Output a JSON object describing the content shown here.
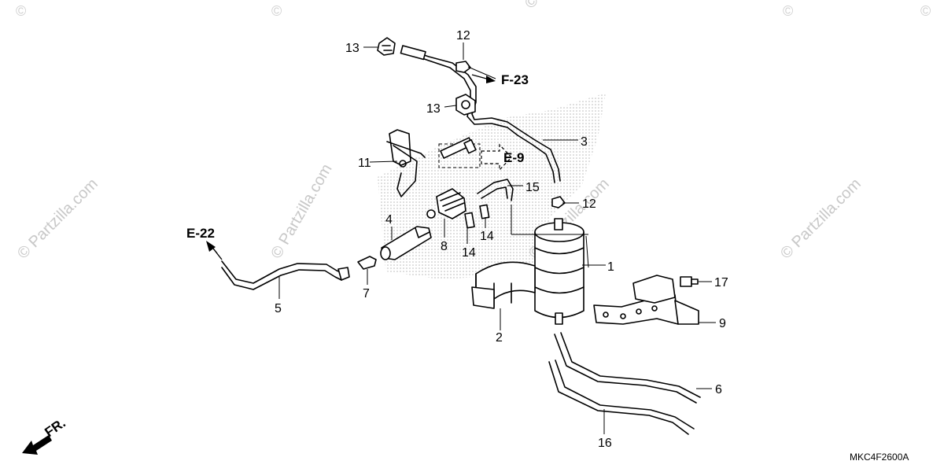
{
  "watermarks": {
    "center": "© Partzilla.com",
    "left": "© Partzilla.com",
    "right1": "© Partzilla.com",
    "right2": "© Partzilla.com",
    "right3": "© Partzilla.com",
    "top1": "©",
    "top2": "©",
    "top3": "©",
    "top4": "©"
  },
  "references": {
    "f23": "F-23",
    "e9": "E-9",
    "e22": "E-22",
    "fr": "FR."
  },
  "callouts": {
    "c1": "1",
    "c2": "2",
    "c3": "3",
    "c4": "4",
    "c5": "5",
    "c6": "6",
    "c7": "7",
    "c8": "8",
    "c9": "9",
    "c11": "11",
    "c12a": "12",
    "c12b": "12",
    "c13a": "13",
    "c13b": "13",
    "c14a": "14",
    "c14b": "14",
    "c15": "15",
    "c16": "16",
    "c17": "17"
  },
  "diagram_code": "MKC4F2600A"
}
